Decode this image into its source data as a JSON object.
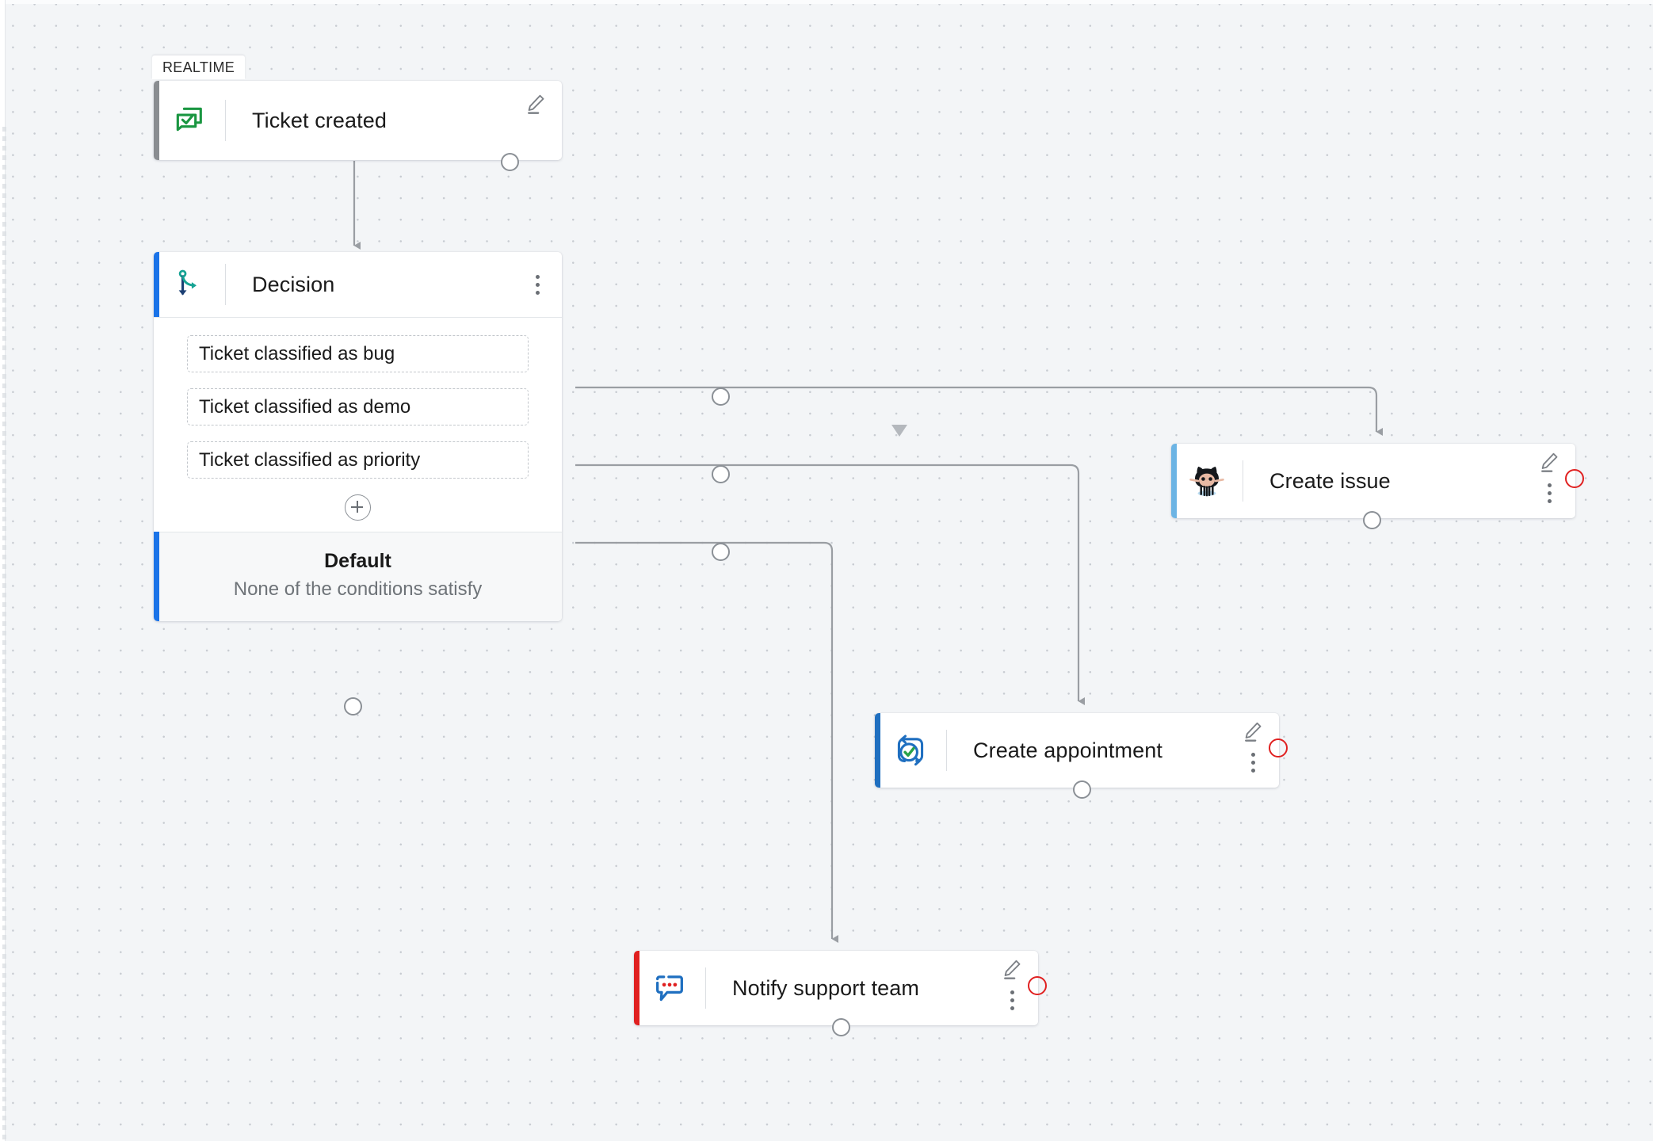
{
  "canvas": {
    "background_color": "#f3f5f7",
    "grid": "dot-grid"
  },
  "trigger": {
    "badge": "REALTIME",
    "title": "Ticket created",
    "icon": "ticket-created-icon",
    "accent_color": "#8a8d91",
    "edit_icon": "pencil-icon"
  },
  "decision": {
    "title": "Decision",
    "icon": "branch-decision-icon",
    "accent_color": "#1a73e8",
    "menu_icon": "kebab-menu-icon",
    "conditions": [
      {
        "label": "Ticket classified as bug"
      },
      {
        "label": "Ticket classified as demo"
      },
      {
        "label": "Ticket classified as priority"
      }
    ],
    "add_condition_icon": "plus-circle-icon",
    "default_title": "Default",
    "default_subtitle": "None of the conditions satisfy"
  },
  "actions": [
    {
      "id": "create-issue",
      "title": "Create issue",
      "icon": "github-octocat-icon",
      "accent_color": "#6cb4e4",
      "edit_icon": "pencil-icon",
      "menu_icon": "kebab-menu-icon",
      "status": "error"
    },
    {
      "id": "create-appointment",
      "title": "Create appointment",
      "icon": "appointment-calendar-check-icon",
      "accent_color": "#1f6fc0",
      "edit_icon": "pencil-icon",
      "menu_icon": "kebab-menu-icon",
      "status": "error"
    },
    {
      "id": "notify-support-team",
      "title": "Notify support team",
      "icon": "chat-bubble-dots-icon",
      "accent_color": "#e02020",
      "edit_icon": "pencil-icon",
      "menu_icon": "kebab-menu-icon",
      "status": "error"
    }
  ],
  "edges": [
    {
      "from": "Ticket created",
      "to": "Decision"
    },
    {
      "from": "Ticket classified as bug",
      "to": "Create issue"
    },
    {
      "from": "Ticket classified as demo",
      "to": "Create appointment"
    },
    {
      "from": "Ticket classified as priority",
      "to": "Notify support team"
    }
  ],
  "colors": {
    "edge": "#9a9ea3",
    "handle_border": "#8b9096",
    "error": "#e02020",
    "text_primary": "#1a1a1a",
    "text_muted": "#6e7378"
  }
}
